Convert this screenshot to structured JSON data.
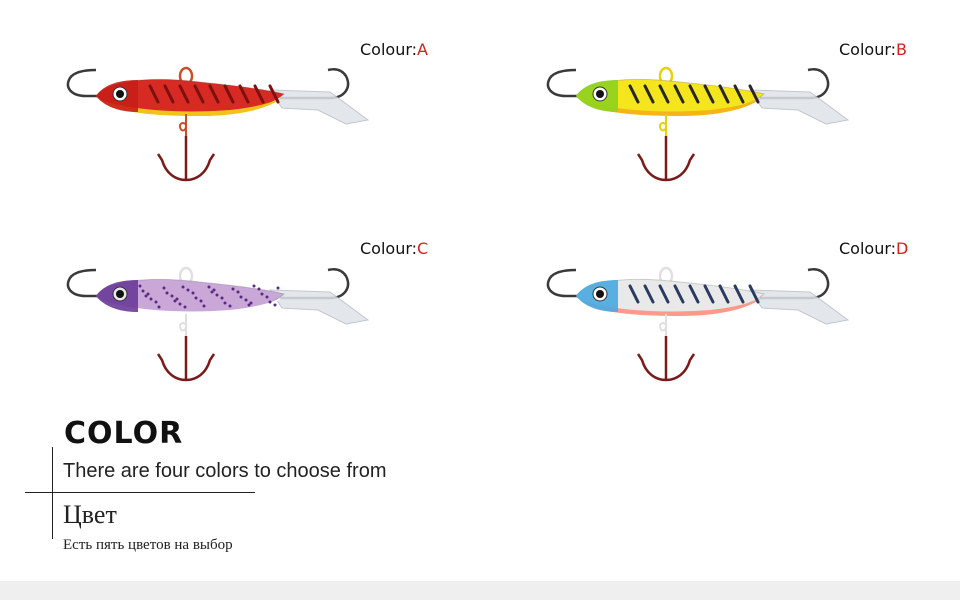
{
  "colors": [
    {
      "prefix": "Colour:",
      "letter": "A",
      "body": "#d62a22",
      "belly": "#f2c21a",
      "stripe": "#7a1010",
      "eye_ring": "#ffffff",
      "head": "#c81e18",
      "loop": "#c7502a"
    },
    {
      "prefix": "Colour:",
      "letter": "B",
      "body": "#f4e51c",
      "belly": "#f7b515",
      "stripe": "#262626",
      "eye_ring": "#ffffff",
      "head": "#8ed21e",
      "loop": "#e8d010"
    },
    {
      "prefix": "Colour:",
      "letter": "C",
      "body": "#c9a8d8",
      "belly": "#ffffff",
      "stripe": "#5a2a80",
      "eye_ring": "#e8e8e8",
      "head": "#6a3a98",
      "loop": "#e0e0e0"
    },
    {
      "prefix": "Colour:",
      "letter": "D",
      "body": "#e9e9e9",
      "belly": "#ff9a8a",
      "stripe": "#2a3a60",
      "eye_ring": "#ffffff",
      "head": "#4aa8e0",
      "loop": "#e0e0e0"
    }
  ],
  "accent_color": "#d32020",
  "heading": "COLOR",
  "subtitle_en": "There are four colors to choose from",
  "heading_ru": "Цвет",
  "subtitle_ru": "Есть пять цветов на выбор"
}
